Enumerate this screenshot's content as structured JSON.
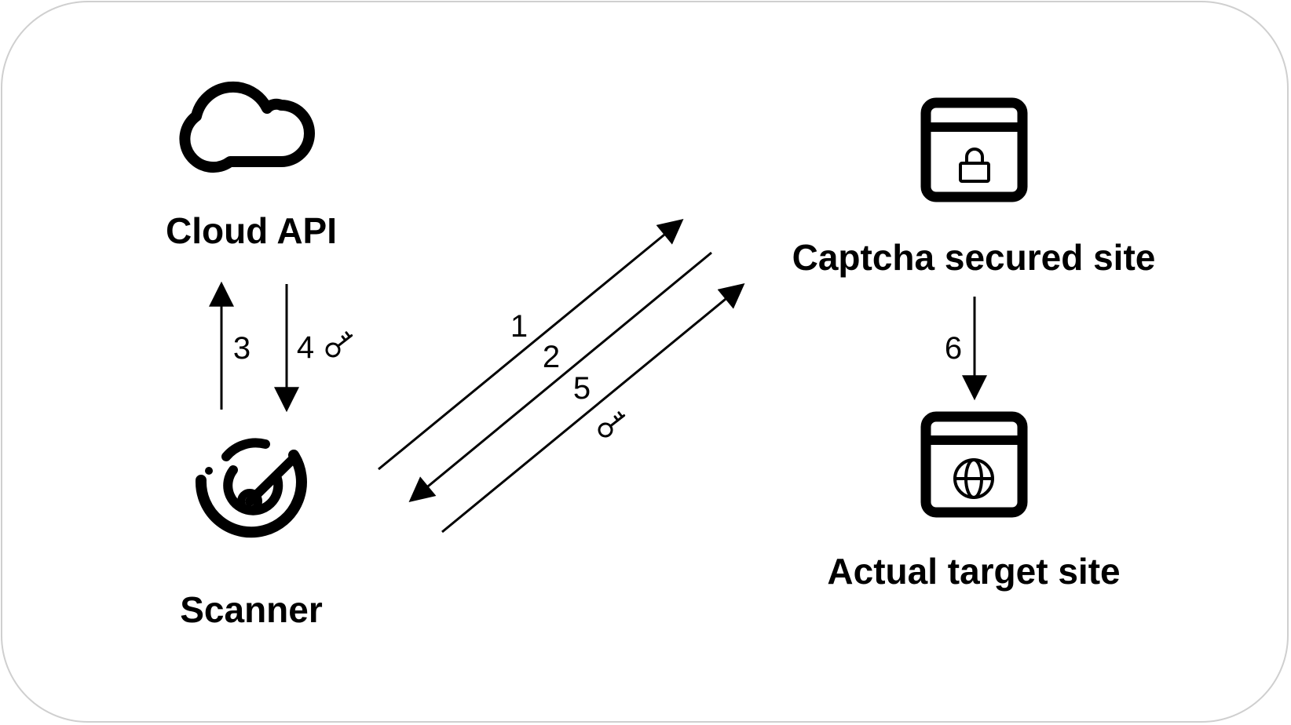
{
  "diagram": {
    "nodes": {
      "cloud_api": {
        "label": "Cloud API",
        "icon": "cloud-icon"
      },
      "scanner": {
        "label": "Scanner",
        "icon": "radar-icon"
      },
      "captcha_site": {
        "label": "Captcha secured site",
        "icon": "locked-browser-icon"
      },
      "target_site": {
        "label": "Actual target site",
        "icon": "globe-browser-icon"
      }
    },
    "steps": [
      {
        "label": "1",
        "from": "Scanner",
        "to": "Captcha secured site"
      },
      {
        "label": "2",
        "from": "Captcha secured site",
        "to": "Scanner"
      },
      {
        "label": "3",
        "from": "Scanner",
        "to": "Cloud API"
      },
      {
        "label": "4",
        "from": "Cloud API",
        "to": "Scanner",
        "icon": "key-icon"
      },
      {
        "label": "5",
        "from": "Scanner",
        "to": "Captcha secured site",
        "icon": "key-icon"
      },
      {
        "label": "6",
        "from": "Captcha secured site",
        "to": "Actual target site"
      }
    ],
    "colors": {
      "stroke": "#000000",
      "frame": "#cfcfcf",
      "background": "#ffffff"
    }
  }
}
